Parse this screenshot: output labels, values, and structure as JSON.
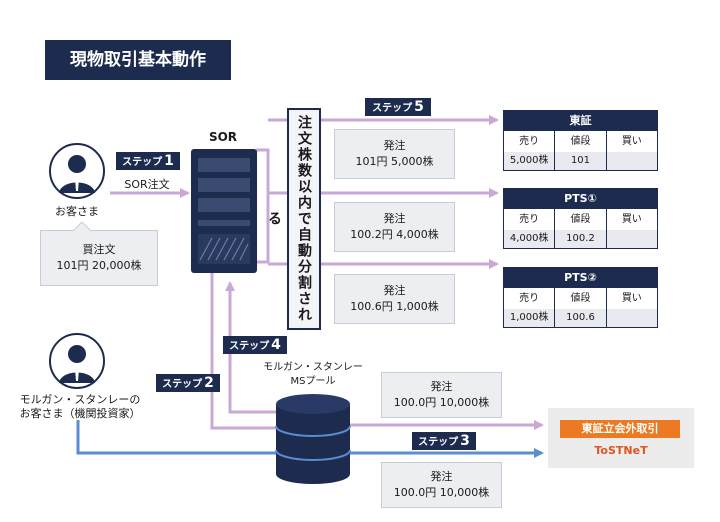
{
  "title": "現物取引基本動作",
  "steps": {
    "step1": {
      "label": "ステップ",
      "num": "1"
    },
    "step2": {
      "label": "ステップ",
      "num": "2"
    },
    "step3": {
      "label": "ステップ",
      "num": "3"
    },
    "step4": {
      "label": "ステップ",
      "num": "4"
    },
    "step5": {
      "label": "ステップ",
      "num": "5"
    }
  },
  "customer": {
    "label": "お客さま",
    "order_caption": "SOR注文"
  },
  "buy_order": {
    "line1": "買注文",
    "line2": "101円  20,000株"
  },
  "sor": {
    "label": "SOR"
  },
  "split_label": "注文株数以内で自動分割される",
  "orders": [
    {
      "line1": "発注",
      "line2": "101円  5,000株"
    },
    {
      "line1": "発注",
      "line2": "100.2円  4,000株"
    },
    {
      "line1": "発注",
      "line2": "100.6円  1,000株"
    }
  ],
  "markets": [
    {
      "name": "東証",
      "headers": [
        "売り",
        "値段",
        "買い"
      ],
      "values": [
        "5,000株",
        "101",
        ""
      ]
    },
    {
      "name": "PTS①",
      "headers": [
        "売り",
        "値段",
        "買い"
      ],
      "values": [
        "4,000株",
        "100.2",
        ""
      ]
    },
    {
      "name": "PTS②",
      "headers": [
        "売り",
        "値段",
        "買い"
      ],
      "values": [
        "1,000株",
        "100.6",
        ""
      ]
    }
  ],
  "institutional": {
    "line1": "モルガン・スタンレーの",
    "line2": "お客さま（機関投資家）"
  },
  "ms_pool": {
    "line1": "モルガン・スタンレー",
    "line2": "MSプール"
  },
  "pool_orders": [
    {
      "line1": "発注",
      "line2": "100.0円  10,000株"
    },
    {
      "line1": "発注",
      "line2": "100.0円  10,000株"
    }
  ],
  "tostnet": {
    "badge": "東証立会外取引",
    "name": "ToSTNeT"
  },
  "colors": {
    "navy": "#1d2b4f",
    "purple": "#c9a8d6",
    "blue": "#5b8ed0",
    "orange": "#ed7a22"
  }
}
